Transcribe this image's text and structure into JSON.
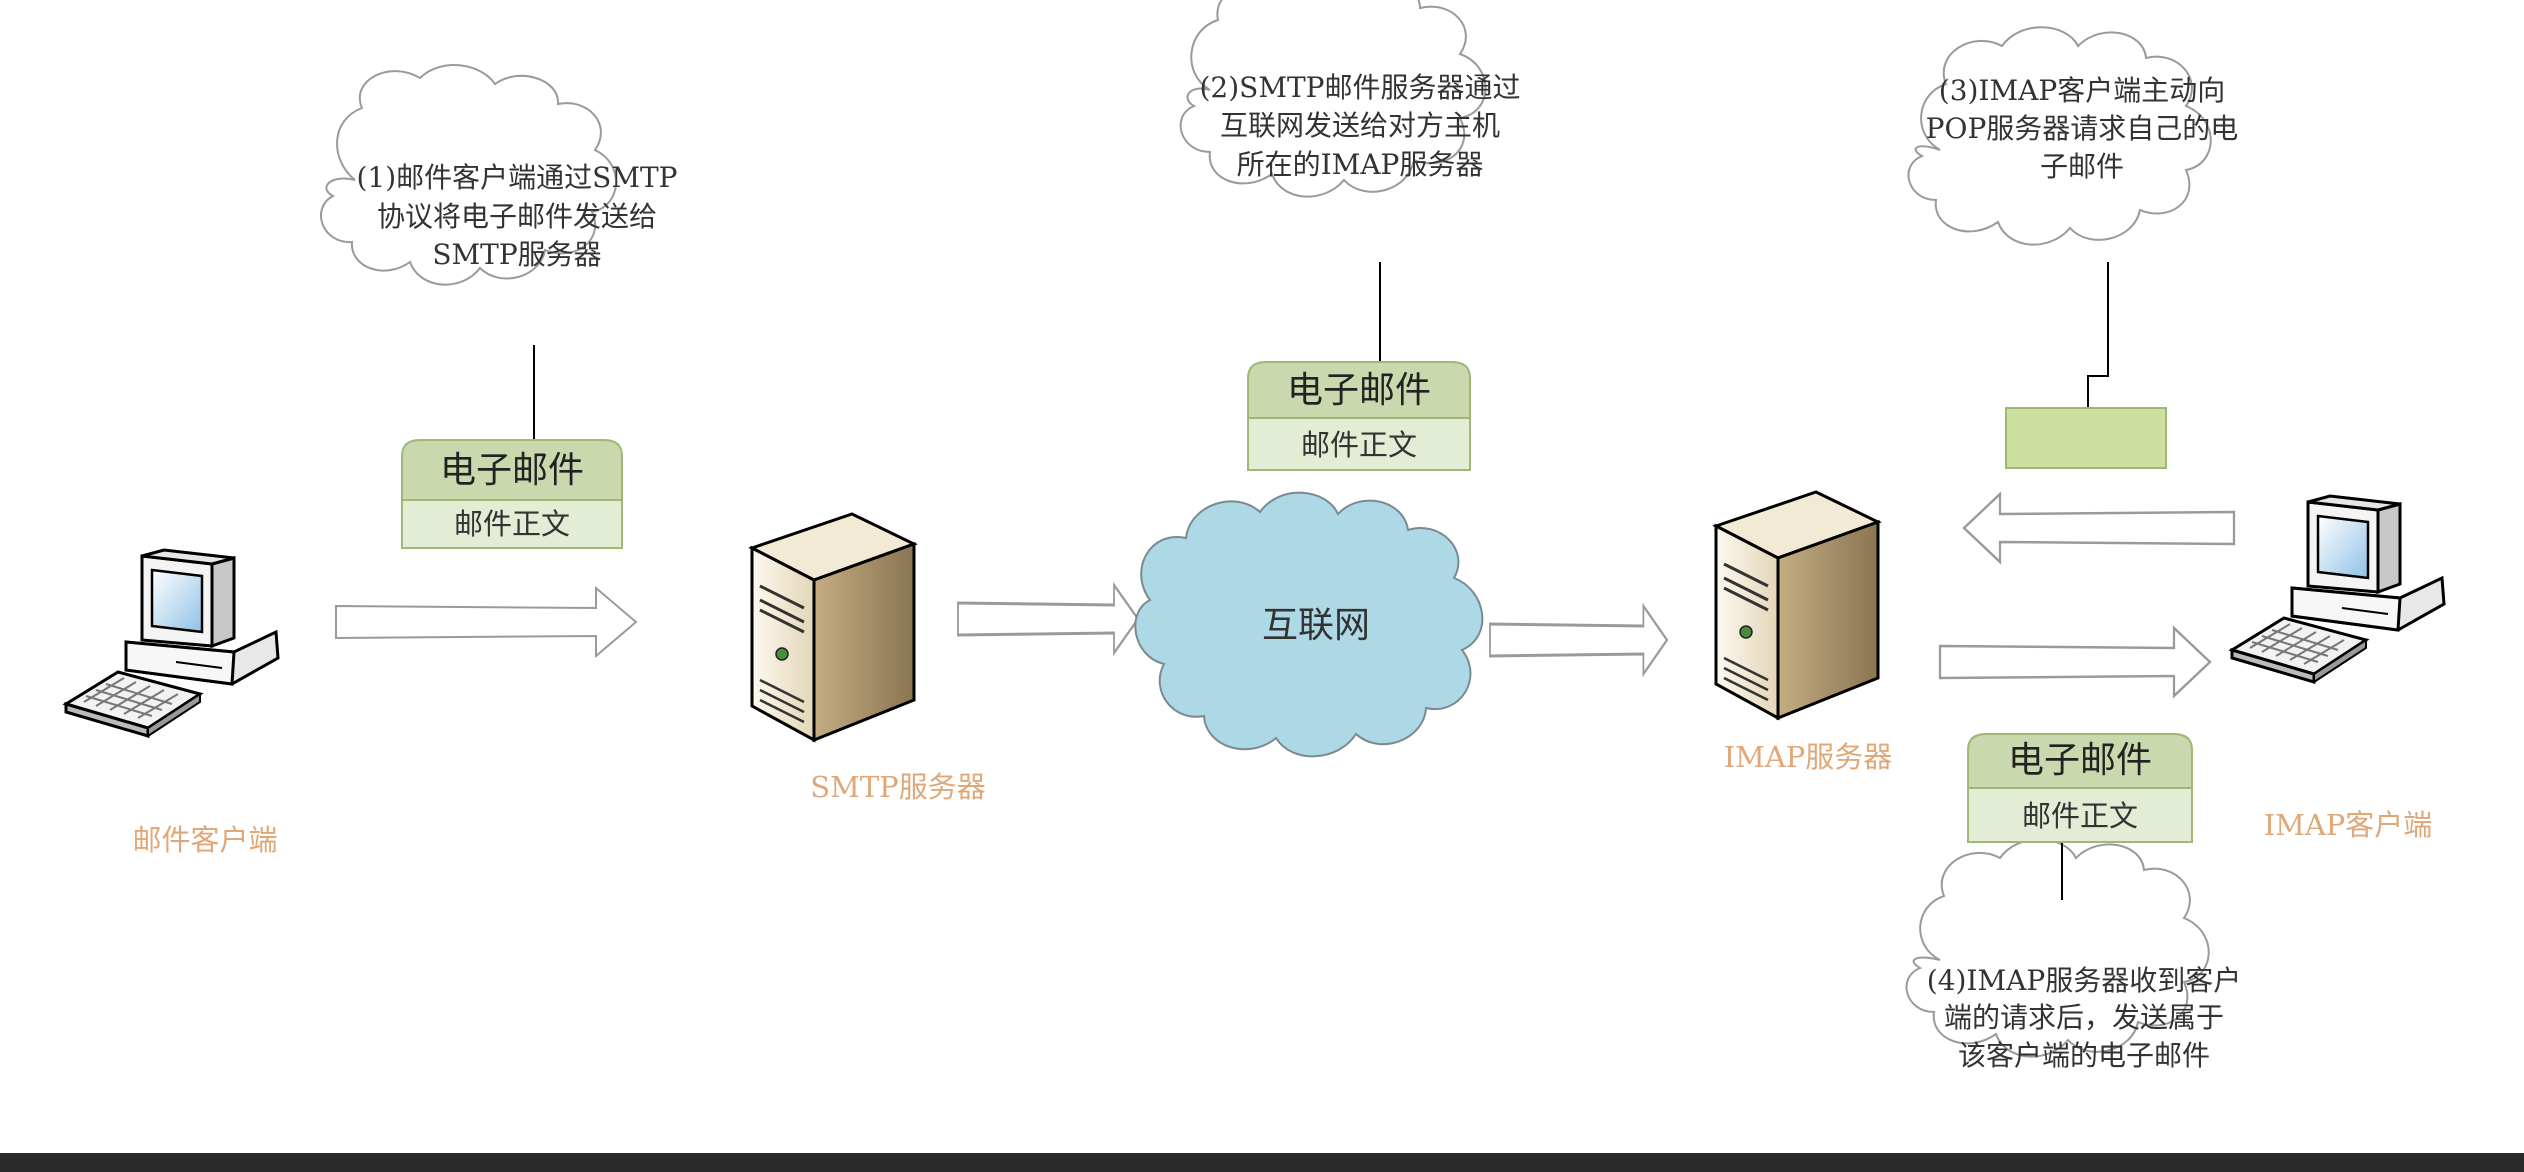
{
  "nodes": {
    "client": "邮件客户端",
    "smtp": "SMTP服务器",
    "internet": "互联网",
    "imap": "IMAP服务器",
    "imap_client": "IMAP客户端"
  },
  "callouts": {
    "step1": [
      "(1)邮件客户端通过SMTP",
      "协议将电子邮件发送给",
      "SMTP服务器"
    ],
    "step2": [
      "(2)SMTP邮件服务器通过",
      "互联网发送给对方主机",
      "所在的IMAP服务器"
    ],
    "step3": [
      "(3)IMAP客户端主动向",
      "POP服务器请求自己的电",
      "子邮件"
    ],
    "step4": [
      "(4)IMAP服务器收到客户",
      "端的请求后，发送属于",
      "该客户端的电子邮件"
    ]
  },
  "email": {
    "title": "电子邮件",
    "body": "邮件正文"
  },
  "colors": {
    "node_label": "#e0a878",
    "internet_fill": "#add8e6",
    "email_header": "#c9d8ad",
    "email_body": "#e3ecd4",
    "request_box": "#cde0a0"
  },
  "icons": [
    "computer-icon",
    "server-icon",
    "cloud-icon",
    "arrow-right-icon",
    "arrow-left-icon"
  ]
}
